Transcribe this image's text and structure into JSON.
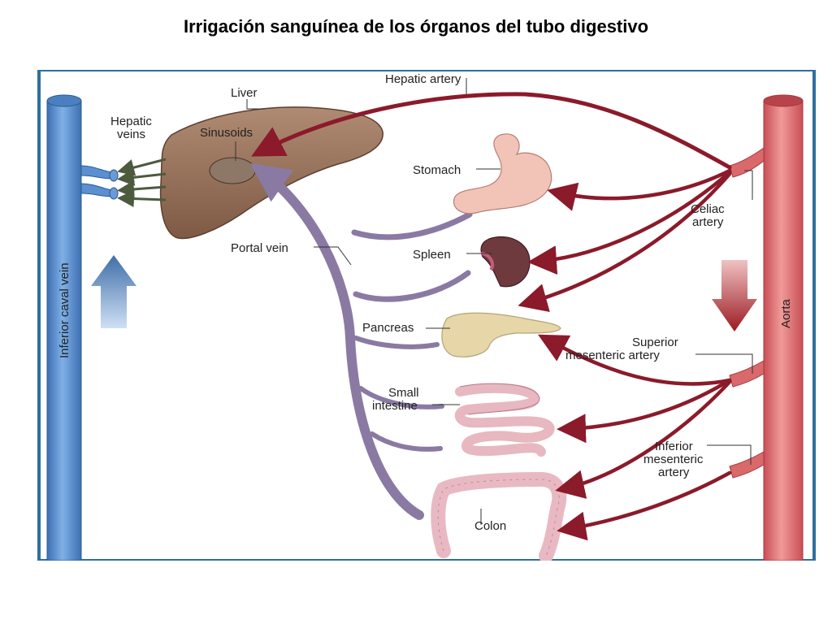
{
  "title": "Irrigación sanguínea de los órganos del tubo digestivo",
  "labels": {
    "hepatic_artery": "Hepatic artery",
    "liver": "Liver",
    "hepatic_veins_1": "Hepatic",
    "hepatic_veins_2": "veins",
    "sinusoids": "Sinusoids",
    "stomach": "Stomach",
    "celiac_1": "Celiac",
    "celiac_2": "artery",
    "portal_vein": "Portal vein",
    "spleen": "Spleen",
    "pancreas": "Pancreas",
    "sma_1": "Superior",
    "sma_2": "mesenteric artery",
    "small_int_1": "Small",
    "small_int_2": "intestine",
    "ima_1": "Inferior",
    "ima_2": "mesenteric",
    "ima_3": "artery",
    "colon": "Colon",
    "ivc": "Inferior caval vein",
    "aorta": "Aorta"
  },
  "colors": {
    "artery": "#8b1a2b",
    "portal": "#8a7aa3",
    "vein": "#5b8fd0",
    "aorta": "#d9696b",
    "liver": "#9a7560",
    "border": "#2f6f9f"
  }
}
